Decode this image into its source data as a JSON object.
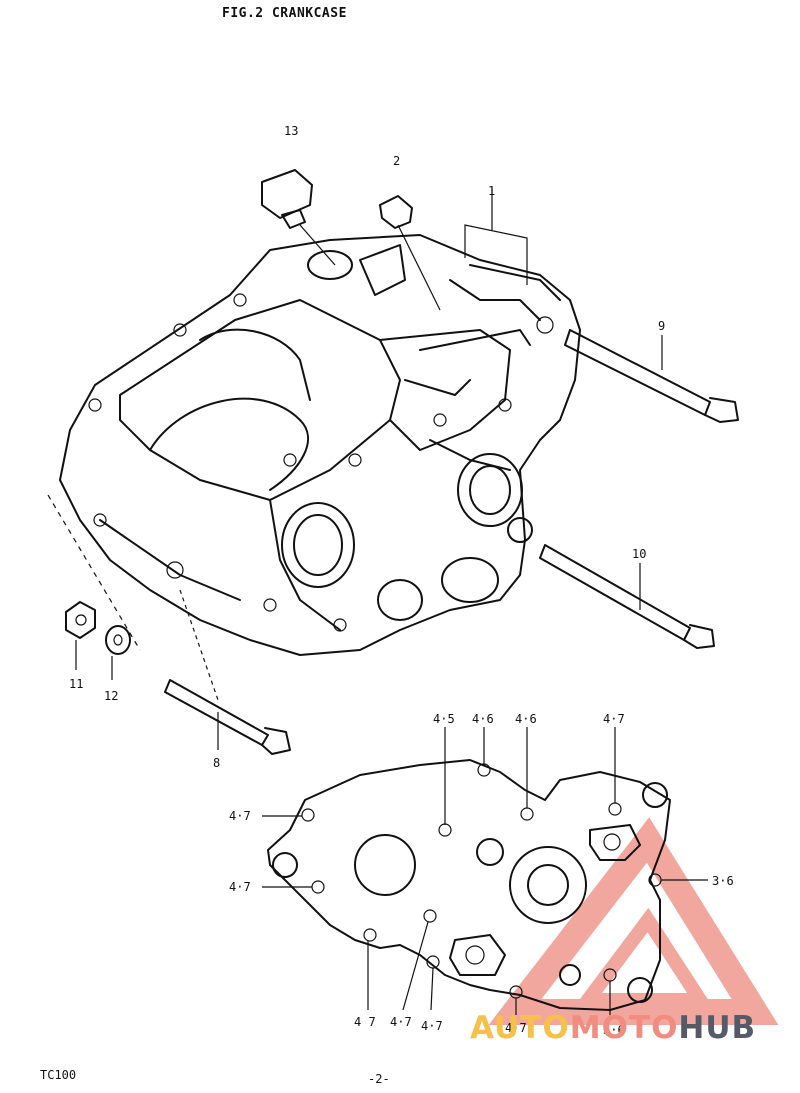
{
  "title": "FIG.2 CRANKCASE",
  "callouts": {
    "c13": "13",
    "c2": "2",
    "c1": "1",
    "c9": "9",
    "c10": "10",
    "c11": "11",
    "c12": "12",
    "c8": "8"
  },
  "sizes": {
    "s45": "4·5",
    "s46a": "4·6",
    "s46b": "4·6",
    "s47top": "4·7",
    "s47left1": "4·7",
    "s47left2": "4·7",
    "s36": "3·6",
    "s47b1": "4 7",
    "s47b2": "4·7",
    "s47b3": "4·7",
    "s47b4": "4·7",
    "s36b": "3·6"
  },
  "footer": {
    "model": "TC100",
    "page": "-2-"
  },
  "watermark": {
    "part1": "AUTO",
    "part2": "MOTO",
    "part3": "HUB",
    "colors": [
      "#f6c14a",
      "#f08c80",
      "#555b66"
    ]
  }
}
